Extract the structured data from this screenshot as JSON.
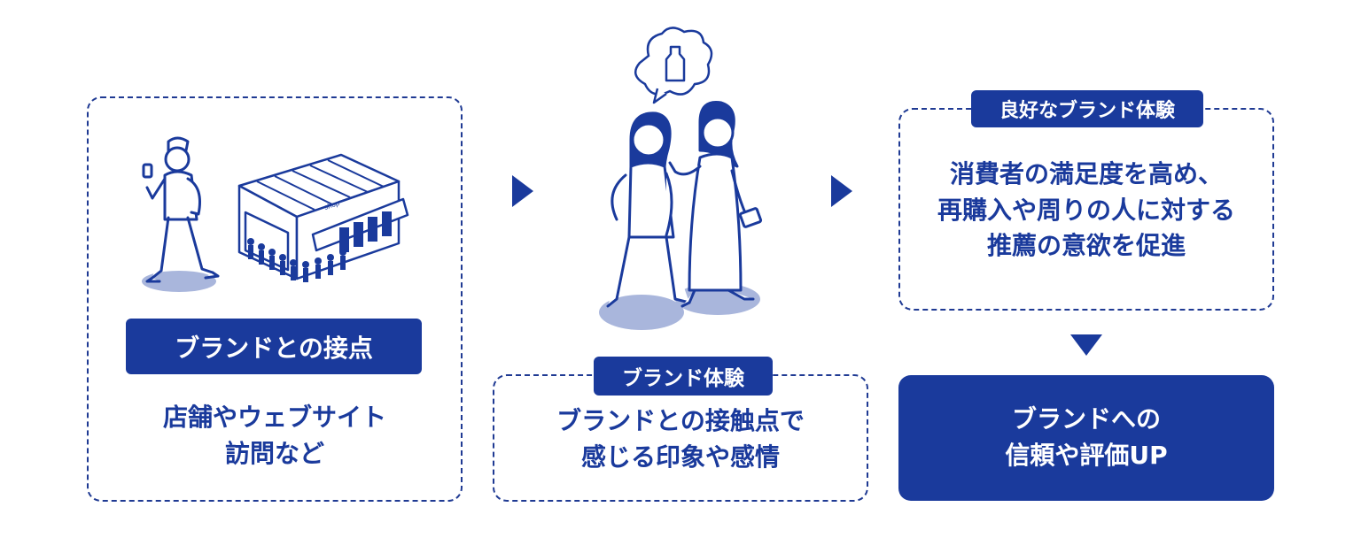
{
  "panel1": {
    "label": "ブランドとの接点",
    "desc_line1": "店舗やウェブサイト",
    "desc_line2": "訪問など",
    "shop_sign": "shop"
  },
  "panel2": {
    "label": "ブランド体験",
    "desc_line1": "ブランドとの接触点で",
    "desc_line2": "感じる印象や感情"
  },
  "panel3": {
    "label": "良好なブランド体験",
    "desc_line1": "消費者の満足度を高め、",
    "desc_line2": "再購入や周りの人に対する",
    "desc_line3": "推薦の意欲を促進"
  },
  "result": {
    "line1": "ブランドへの",
    "line2": "信頼や評価UP"
  },
  "colors": {
    "primary": "#1a3a9c",
    "shadow": "#a9b6dc",
    "background": "#ffffff"
  }
}
